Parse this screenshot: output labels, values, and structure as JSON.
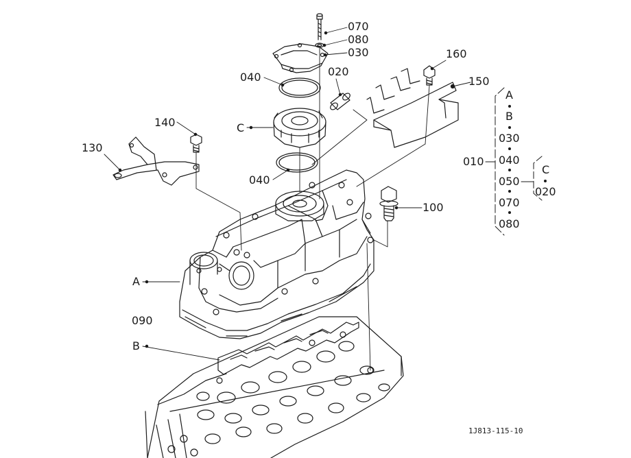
{
  "diagram": {
    "doc_number": "1J813-115-10",
    "part_labels": {
      "p070": "070",
      "p080": "080",
      "p030": "030",
      "p040_top": "040",
      "p020": "020",
      "p160": "160",
      "p150": "150",
      "pC": "C",
      "p140": "140",
      "p130": "130",
      "p040_bottom": "040",
      "p100": "100",
      "pA": "A",
      "p090": "090",
      "pB": "B"
    },
    "assembly_list": {
      "group": "010",
      "items": [
        "A",
        "B",
        "030",
        "040",
        "050",
        "070",
        "080"
      ],
      "sub_group": "C",
      "sub_items": [
        "020"
      ]
    }
  }
}
